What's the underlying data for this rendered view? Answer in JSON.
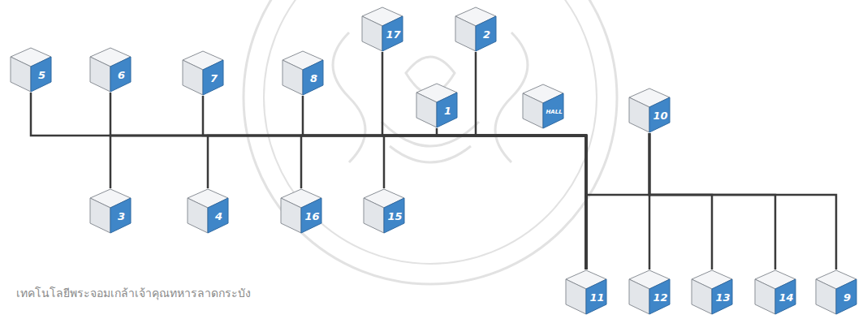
{
  "diagram": {
    "nodes": [
      {
        "text": [
          "17"
        ]
      },
      {
        "text": [
          "2"
        ]
      },
      {
        "text": [
          "5"
        ]
      },
      {
        "text": [
          "6"
        ]
      },
      {
        "text": [
          "7"
        ]
      },
      {
        "text": [
          "8"
        ]
      },
      {
        "text": [
          "1"
        ]
      },
      {
        "text": [
          "HALL"
        ]
      },
      {
        "text": [
          "10"
        ]
      },
      {
        "text": [
          "3"
        ]
      },
      {
        "text": [
          "4"
        ]
      },
      {
        "text": [
          "16"
        ]
      },
      {
        "text": [
          "15"
        ]
      },
      {
        "text": [
          "11"
        ]
      },
      {
        "text": [
          "12"
        ]
      },
      {
        "text": [
          "13"
        ]
      },
      {
        "text": [
          "14"
        ]
      },
      {
        "text": [
          "9"
        ]
      }
    ],
    "edges": [
      {
        "from": 0,
        "to": 13,
        "arrow": "none"
      },
      {
        "from": 1,
        "to": 13,
        "arrow": "none"
      },
      {
        "from": 2,
        "to": 13,
        "arrow": "none"
      },
      {
        "from": 3,
        "to": 13,
        "arrow": "none"
      },
      {
        "from": 4,
        "to": 13,
        "arrow": "none"
      },
      {
        "from": 5,
        "to": 13,
        "arrow": "none"
      },
      {
        "from": 6,
        "to": 13,
        "arrow": "none"
      },
      {
        "from": 9,
        "to": 13,
        "arrow": "none"
      },
      {
        "from": 10,
        "to": 13,
        "arrow": "none"
      },
      {
        "from": 11,
        "to": 13,
        "arrow": "none"
      },
      {
        "from": 12,
        "to": 13,
        "arrow": "none"
      },
      {
        "from": 8,
        "to": 13,
        "arrow": "none"
      },
      {
        "from": 8,
        "to": 14,
        "arrow": "none"
      },
      {
        "from": 8,
        "to": 15,
        "arrow": "none"
      },
      {
        "from": 8,
        "to": 16,
        "arrow": "none"
      },
      {
        "from": 8,
        "to": 17,
        "arrow": "none"
      }
    ],
    "labels": [
      "เทคโนโลยีพระจอมเกล้าเจ้าคุณทหารลาดกระบัง"
    ]
  }
}
